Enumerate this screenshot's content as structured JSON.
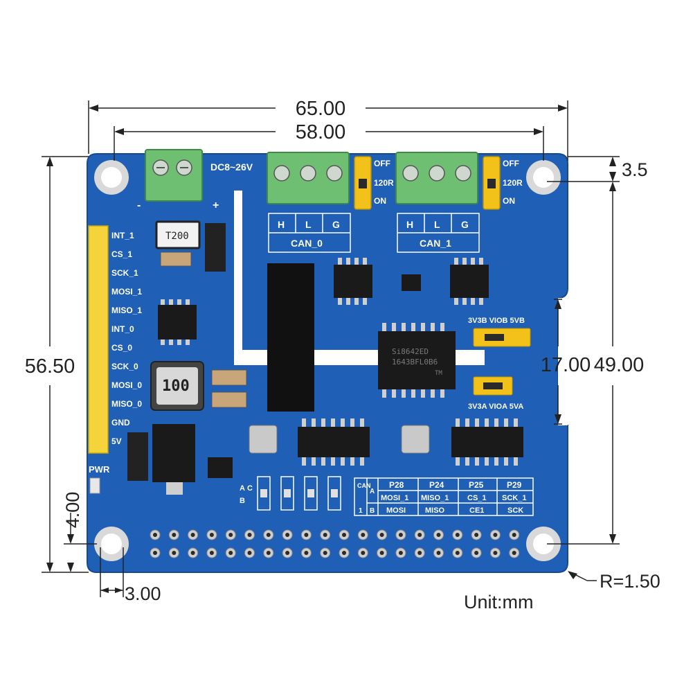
{
  "dimensions": {
    "width_outer": "65.00",
    "width_inner": "58.00",
    "height_total": "56.50",
    "height_holes": "49.00",
    "notch_height": "17.00",
    "top_offset": "3.5",
    "bottom_offset": "4.00",
    "left_offset": "3.00",
    "corner_radius": "R=1.50",
    "unit": "Unit:mm"
  },
  "board": {
    "power_label": "DC8~26V",
    "power_minus": "-",
    "power_plus": "+",
    "can0_label": "CAN_0",
    "can1_label": "CAN_1",
    "can_pins": [
      "H",
      "L",
      "G"
    ],
    "jumper_off": "OFF",
    "jumper_120r": "120R",
    "jumper_on": "ON",
    "header_labels": [
      "INT_1",
      "CS_1",
      "SCK_1",
      "MOSI_1",
      "MISO_1",
      "INT_0",
      "CS_0",
      "SCK_0",
      "MOSI_0",
      "MISO_0",
      "GND",
      "5V"
    ],
    "pwr_label": "PWR",
    "t200_label": "T200",
    "inductor_label": "100",
    "iso_chip_line1": "Si8642ED",
    "iso_chip_line2": "1643BFL0B6",
    "iso_chip_line3": "TM",
    "vio_b_labels": "3V3B VIOB 5VB",
    "vio_a_labels": "3V3A VIOA 5VA",
    "selector_a": "A",
    "selector_c": "C",
    "selector_b": "B",
    "can_table": {
      "side_label_top": "CAN",
      "side_label_bottom": "1",
      "row_a": "A",
      "row_b": "B",
      "headers": [
        "P28",
        "P24",
        "P25",
        "P29"
      ],
      "row1": [
        "MOSI_1",
        "MISO_1",
        "CS_1",
        "SCK_1"
      ],
      "row2": [
        "MOSI",
        "MISO",
        "CE1",
        "SCK"
      ]
    }
  },
  "colors": {
    "pcb_blue": "#1f5fb5",
    "terminal_green": "#6fbf73",
    "jumper_yellow": "#f2c21b",
    "header_yellow": "#f5d33a"
  }
}
